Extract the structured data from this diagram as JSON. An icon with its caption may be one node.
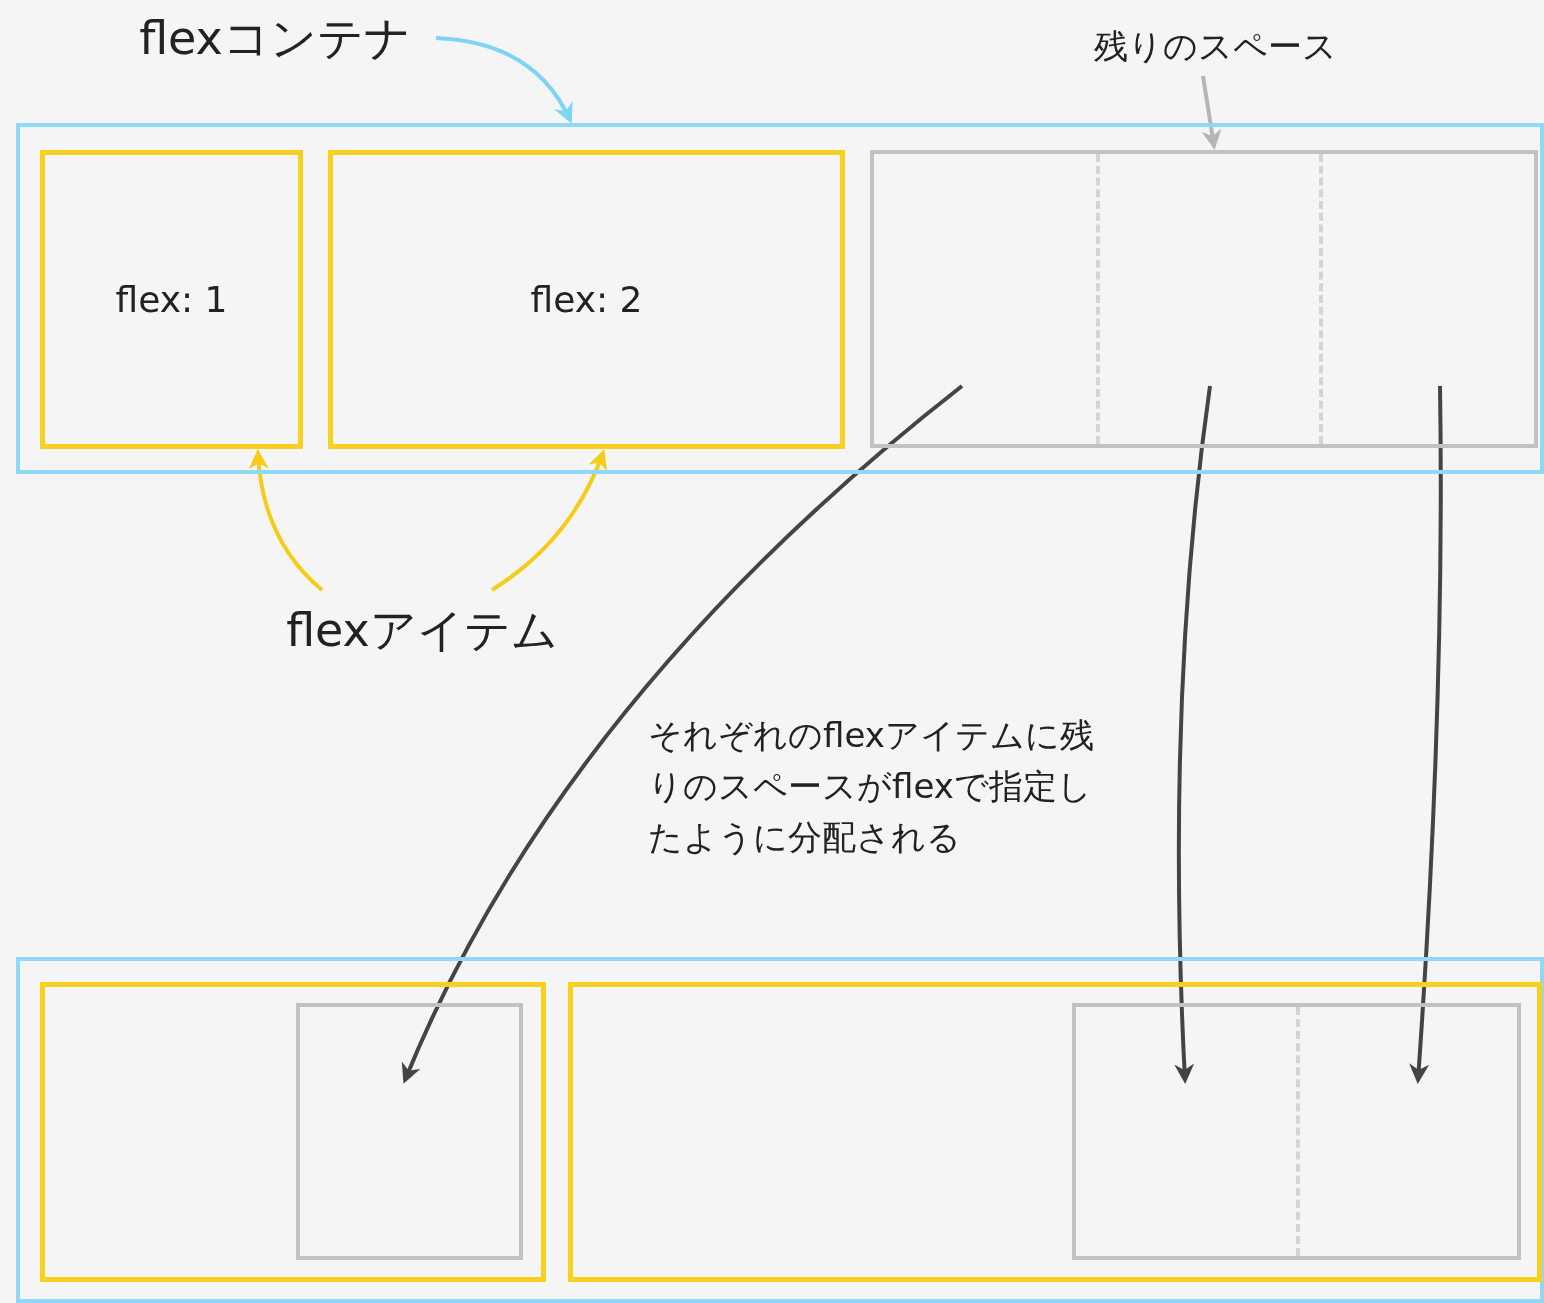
{
  "diagram": {
    "nodes": [
      {
        "text": [
          "flexコンテナ"
        ]
      },
      {
        "text": [
          "残りのスペース"
        ]
      },
      {
        "text": [],
        "shape": "box"
      },
      {
        "text": [
          "flex: 1"
        ],
        "in": 2
      },
      {
        "text": [
          "flex: 2"
        ],
        "in": 2
      },
      {
        "text": [],
        "shape": "box",
        "in": 2
      },
      {
        "text": [],
        "shape": "box",
        "in": 5
      },
      {
        "text": [],
        "shape": "box",
        "in": 5
      },
      {
        "text": [],
        "shape": "box",
        "in": 5
      },
      {
        "text": [
          "flexアイテム"
        ]
      },
      {
        "text": [],
        "shape": "box"
      },
      {
        "text": [],
        "shape": "box",
        "in": 10
      },
      {
        "text": [],
        "shape": "box",
        "in": 11
      },
      {
        "text": [],
        "shape": "box",
        "in": 10
      },
      {
        "text": [],
        "shape": "box",
        "in": 13
      },
      {
        "text": [],
        "shape": "box",
        "in": 14
      },
      {
        "text": [],
        "shape": "box",
        "in": 14
      }
    ],
    "edges": [
      {
        "from": 0,
        "to": 2,
        "arrow": "to",
        "color": "#7fd3f5"
      },
      {
        "from": 1,
        "to": 5,
        "arrow": "to",
        "color": "#b5b5b5"
      },
      {
        "from": 9,
        "to": 3,
        "arrow": "to",
        "color": "#f5cc1a"
      },
      {
        "from": 9,
        "to": 4,
        "arrow": "to",
        "color": "#f5cc1a"
      },
      {
        "from": 6,
        "to": 12,
        "arrow": "to",
        "color": "#444444"
      },
      {
        "from": 7,
        "to": 15,
        "arrow": "to",
        "color": "#444444"
      },
      {
        "from": 8,
        "to": 16,
        "arrow": "to",
        "color": "#444444"
      }
    ],
    "labels": [
      "それぞれのflexアイテムに残りのスペースがflexで指定したように分配される"
    ]
  }
}
